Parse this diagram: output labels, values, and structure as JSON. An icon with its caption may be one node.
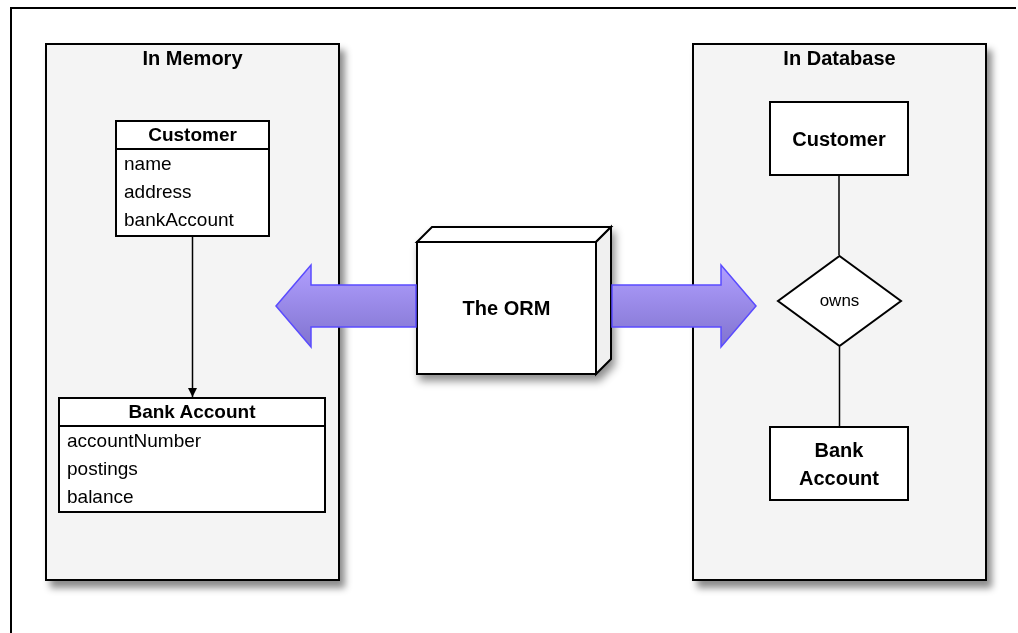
{
  "diagram": {
    "nodes": [
      {
        "text": [
          "In Memory"
        ]
      },
      {
        "text": [
          "Customer",
          "name",
          "address",
          "bankAccount"
        ],
        "in": 0
      },
      {
        "text": [
          "Bank Account",
          "accountNumber",
          "postings",
          "balance"
        ],
        "in": 0
      },
      {
        "text": [
          "The ORM"
        ]
      },
      {
        "text": [
          "In Database"
        ]
      },
      {
        "text": [
          "Customer"
        ],
        "in": 4
      },
      {
        "text": [
          "owns"
        ],
        "in": 4
      },
      {
        "text": [
          "Bank Account"
        ],
        "in": 4
      }
    ],
    "edges": [
      {
        "from": 1,
        "to": 2,
        "arrow": "to"
      },
      {
        "from": 3,
        "to": 0,
        "arrow": "to",
        "style": "thick",
        "color": "#8f80e6"
      },
      {
        "from": 3,
        "to": 4,
        "arrow": "to",
        "style": "thick",
        "color": "#8f80e6"
      },
      {
        "from": 5,
        "to": 6,
        "arrow": "none"
      },
      {
        "from": 6,
        "to": 7,
        "arrow": "none"
      }
    ]
  }
}
